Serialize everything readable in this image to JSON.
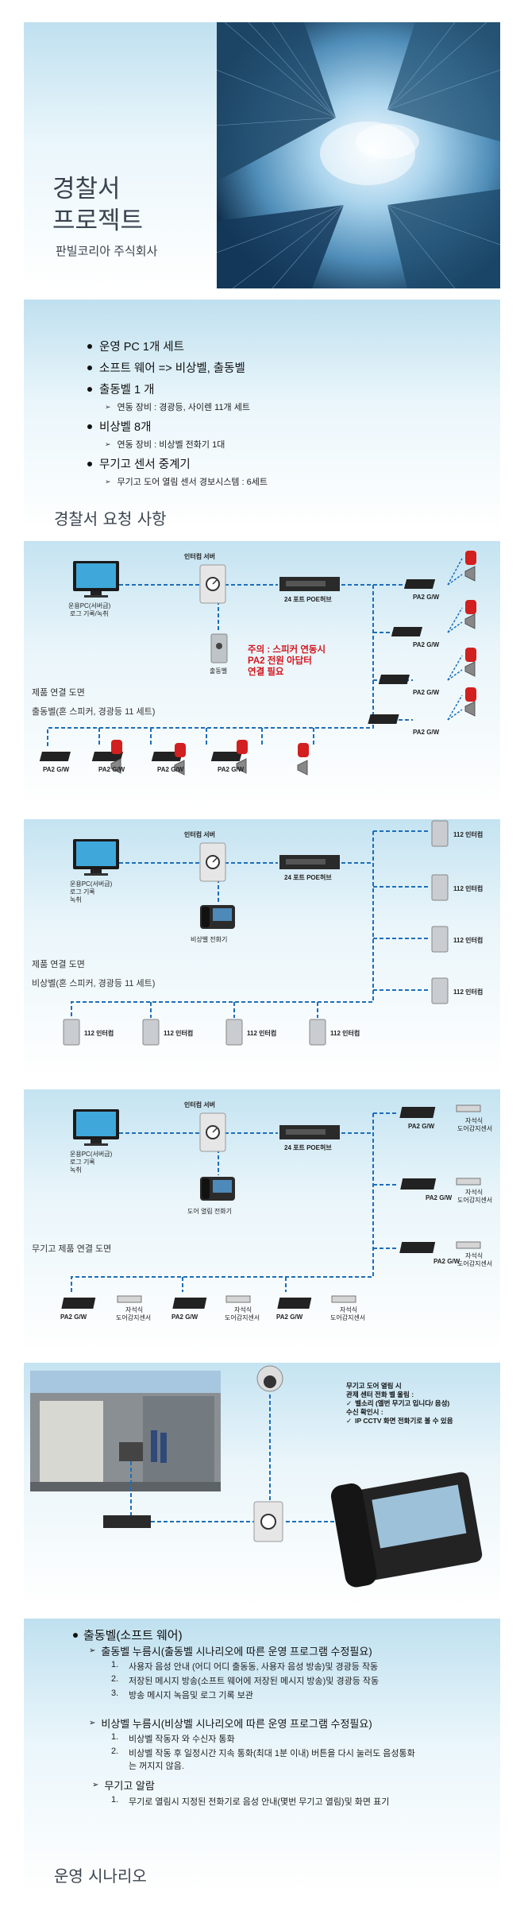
{
  "title_slide": {
    "title_line1": "경찰서",
    "title_line2": "프로젝트",
    "company": "판빌코리아 주식회사"
  },
  "requirements": {
    "items": [
      {
        "level": 1,
        "text": "운영 PC 1개 세트"
      },
      {
        "level": 1,
        "text": "소프트 웨어 => 비상벨, 출동벨"
      },
      {
        "level": 1,
        "text": "출동벨 1 개"
      },
      {
        "level": 2,
        "text": "연동 장비 : 경광등, 사이렌 11개 세트"
      },
      {
        "level": 1,
        "text": "비상벨 8개"
      },
      {
        "level": 2,
        "text": "연동 장비 : 비상벨 전화기 1대"
      },
      {
        "level": 1,
        "text": "무기고 센서 중계기"
      },
      {
        "level": 2,
        "text": "무기고 도어 열림 센서 경보시스템 : 6세트"
      }
    ],
    "slide_title": "경찰서 요청 사항"
  },
  "diagram1": {
    "server": "인터컴 서버",
    "pc_line1": "운용PC(서버급)",
    "pc_line2": "로그 기록/녹취",
    "hub": "24 포트 POE허브",
    "device": "출동벨",
    "gw": "PA2 G/W",
    "warning_line1": "주의 : 스피커 연동시",
    "warning_line2": "PA2 전원 아답터",
    "warning_line3": "연결 필요",
    "caption1": "제품 연결 도면",
    "caption2": "출동벨(혼 스피커, 경광등 11 세트)"
  },
  "diagram2": {
    "server": "인터컴 서버",
    "pc_line1": "운용PC(서버급)",
    "pc_line2": "로그 기록",
    "pc_line3": "녹취",
    "hub": "24 포트 POE허브",
    "phone": "비상벨 전화기",
    "intercom": "112 인터컴",
    "caption1": "제품 연결 도면",
    "caption2": "비상벨(혼 스피커, 경광등 11 세트)"
  },
  "diagram3": {
    "server": "인터컴 서버",
    "pc_line1": "운용PC(서버급)",
    "pc_line2": "로그 기록",
    "pc_line3": "녹취",
    "hub": "24 포트 POE허브",
    "phone": "도어 열림 전화기",
    "gw": "PA2 G/W",
    "sensor_line1": "자석식",
    "sensor_line2": "도어감지센서",
    "caption": "무기고 제품 연결 도면"
  },
  "photo_slide": {
    "note_line1": "무기고 도어 열림 시",
    "note_line2": "관제 센터 전화 벨 울림 :",
    "note_line3": "벨소리 (엘번 무기고 입니다/ 음성)",
    "note_line4": "수신 확인시 :",
    "note_line5": "IP CCTV 화면 전화기로 볼 수 있음",
    "check": "✓"
  },
  "scenario": {
    "b1": "출동벨(소프트 웨어)",
    "b1_sub": "출동벨 누름시(출동벨 시나리오에 따른 운영 프로그램 수정필요)",
    "b1_items": [
      "사용자 음성 안내 (어디 어디 출동동, 사용자 음성 방송)및 경광등 작동",
      "저장된 메시지 방송(소프트 웨어에 저장된 메시지 방송)및 경광등 작동",
      "방송 메시지 녹음및 로그 기록 보관"
    ],
    "b2_sub": "비상벨 누름시(비상벨 시나리오에 따른 운영 프로그램 수정필요)",
    "b2_items": [
      "비상벨 작동자 와 수신자 통화",
      "비상벨 작동 후 일정시간 지속 통화(최대 1분 이내) 버튼을 다시 눌러도 음성통화",
      "는 꺼지지 않음."
    ],
    "b3_sub": "무기고 알람",
    "b3_items": [
      "무기로 열림시 지정된 전화기로 음성 안내(몇번 무기고 열림)및 화면 표기"
    ],
    "nums": [
      "1.",
      "2.",
      "3."
    ],
    "slide_title": "운영 시나리오"
  }
}
